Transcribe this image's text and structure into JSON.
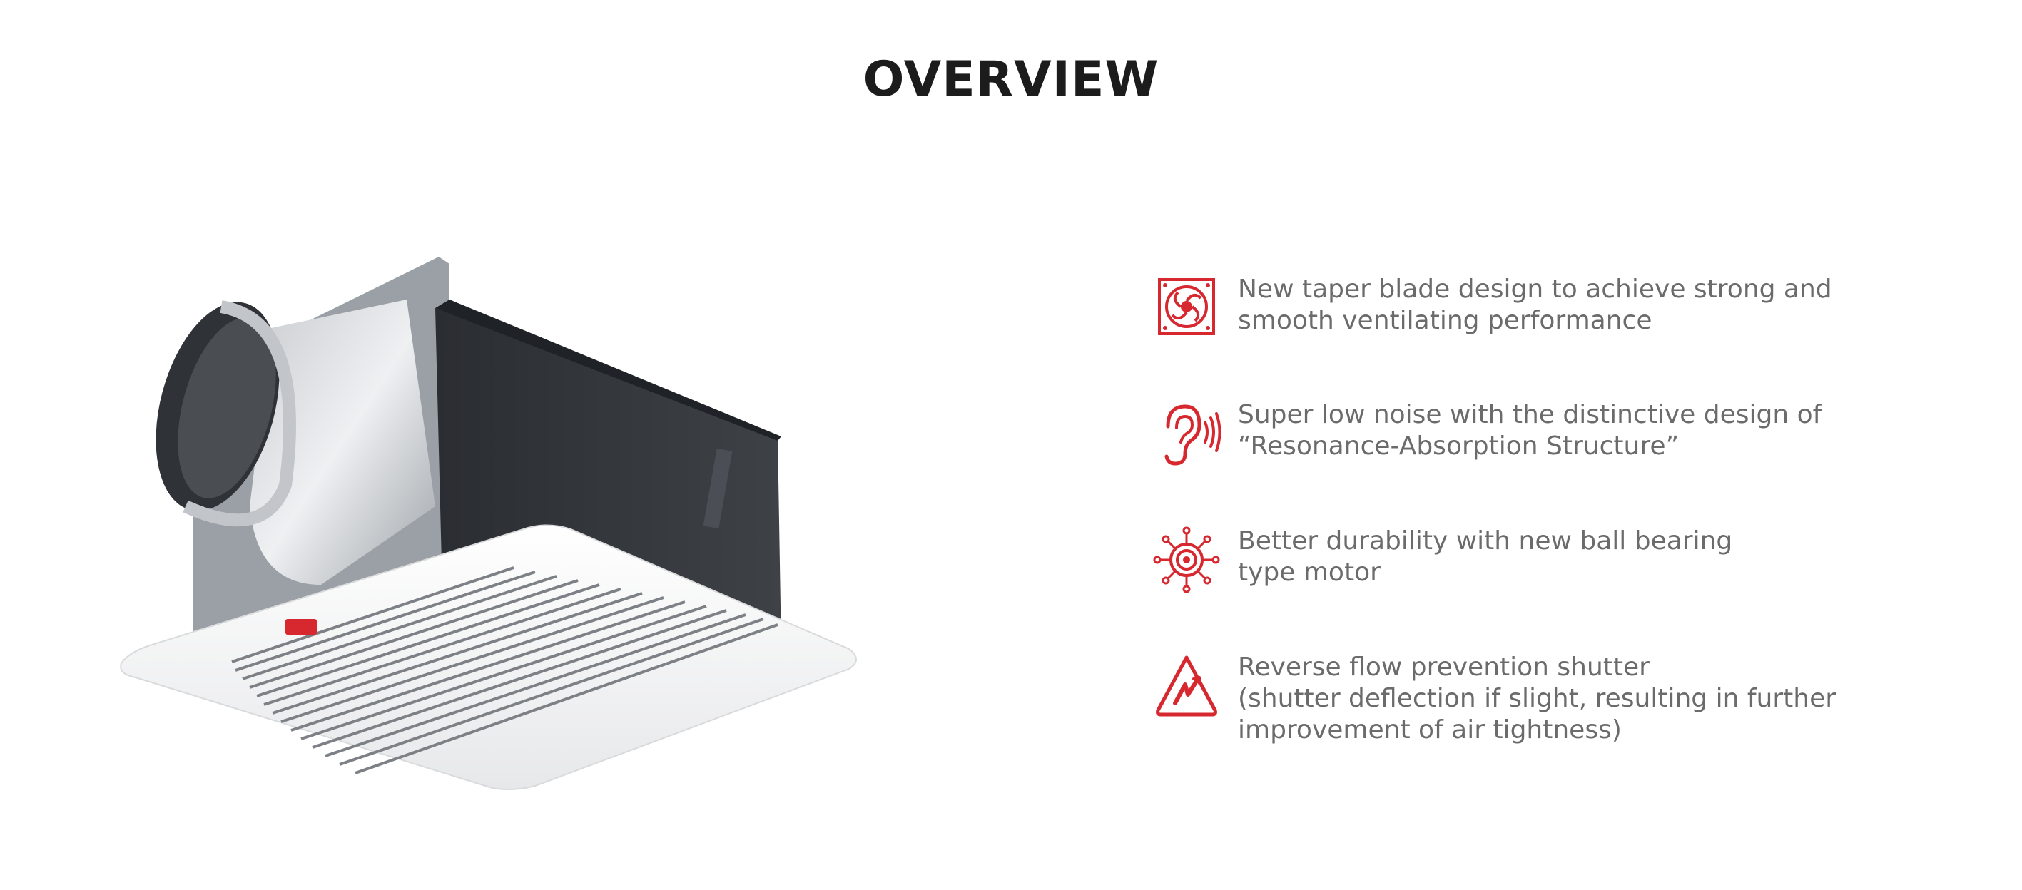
{
  "page": {
    "title": "OVERVIEW"
  },
  "product": {
    "badge_icon": "brand-logo-icon"
  },
  "colors": {
    "accent": "#d7282f",
    "text": "#6b6b6b",
    "title": "#1c1c1c"
  },
  "features": [
    {
      "icon": "fan-blade-icon",
      "lines": [
        "New taper blade design to achieve strong and",
        "smooth ventilating performance"
      ]
    },
    {
      "icon": "ear-sound-icon",
      "lines": [
        "Super low noise with the distinctive design of",
        "“Resonance-Absorption Structure”"
      ]
    },
    {
      "icon": "motor-icon",
      "lines": [
        "Better durability with new ball bearing",
        "type motor"
      ]
    },
    {
      "icon": "shutter-warning-icon",
      "lines": [
        "Reverse flow prevention shutter",
        "(shutter deflection if slight, resulting in further",
        "improvement of air tightness)"
      ]
    }
  ]
}
